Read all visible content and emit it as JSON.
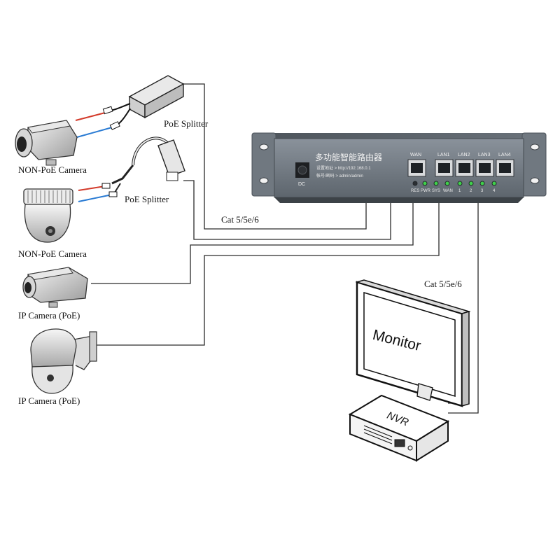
{
  "labels": {
    "cam1": "NON-PoE Camera",
    "cam2": "NON-PoE Camera",
    "cam3": "IP Camera (PoE)",
    "cam4": "IP Camera (PoE)",
    "splitter1": "PoE Splitter",
    "splitter2": "PoE Splitter",
    "cable_left": "Cat 5/5e/6",
    "cable_right": "Cat 5/5e/6",
    "monitor": "Monitor",
    "nvr": "NVR"
  },
  "router": {
    "title": "多功能智能路由器",
    "addr": "设置地址 > http://192.168.0.1",
    "account": "帐号/密码 > admin/admin",
    "dc": "DC",
    "ports": [
      "WAN",
      "LAN1",
      "LAN2",
      "LAN3",
      "LAN4"
    ],
    "leds": [
      "RES",
      "PWR",
      "SYS",
      "WAN",
      "1",
      "2",
      "3",
      "4"
    ],
    "led_color": "#3fd14a",
    "body_color": "#6f7780"
  }
}
